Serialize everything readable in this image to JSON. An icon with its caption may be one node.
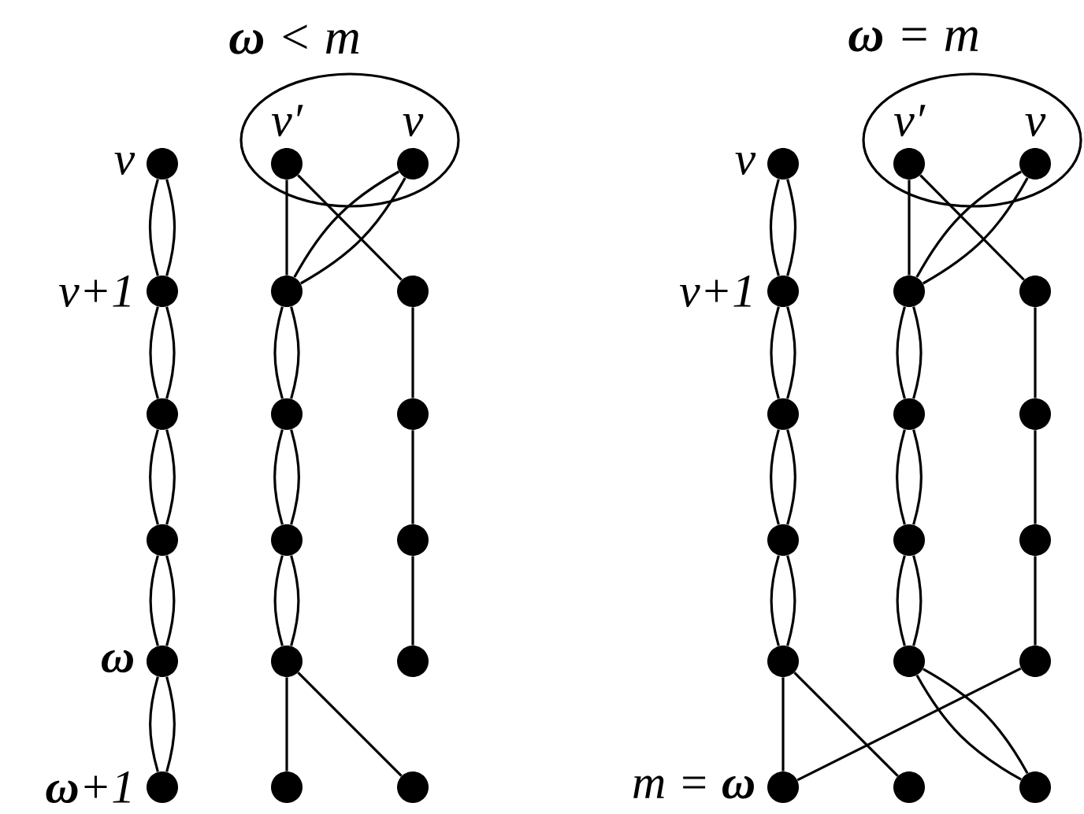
{
  "diagram": {
    "nodes": [
      {
        "text": [],
        "shape": "ellipse"
      },
      {
        "text": [],
        "shape": "circle",
        "beside": [
          "v"
        ]
      },
      {
        "text": [],
        "shape": "circle",
        "beside": [
          "v′"
        ],
        "in": 0
      },
      {
        "text": [],
        "shape": "circle",
        "beside": [
          "v"
        ],
        "in": 0
      },
      {
        "text": [],
        "shape": "circle",
        "beside": [
          "v+1"
        ]
      },
      {
        "text": [],
        "shape": "circle"
      },
      {
        "text": [],
        "shape": "circle"
      },
      {
        "text": [],
        "shape": "circle"
      },
      {
        "text": [],
        "shape": "circle"
      },
      {
        "text": [],
        "shape": "circle"
      },
      {
        "text": [],
        "shape": "circle"
      },
      {
        "text": [],
        "shape": "circle"
      },
      {
        "text": [],
        "shape": "circle"
      },
      {
        "text": [],
        "shape": "circle",
        "beside": [
          "**ω**"
        ]
      },
      {
        "text": [],
        "shape": "circle"
      },
      {
        "text": [],
        "shape": "circle"
      },
      {
        "text": [],
        "shape": "circle",
        "beside": [
          "**ω**+1"
        ]
      },
      {
        "text": [],
        "shape": "circle"
      },
      {
        "text": [],
        "shape": "circle"
      },
      {
        "text": [],
        "shape": "ellipse"
      },
      {
        "text": [],
        "shape": "circle",
        "beside": [
          "v"
        ]
      },
      {
        "text": [],
        "shape": "circle",
        "beside": [
          "v′"
        ],
        "in": 19
      },
      {
        "text": [],
        "shape": "circle",
        "beside": [
          "v"
        ],
        "in": 19
      },
      {
        "text": [],
        "shape": "circle",
        "beside": [
          "v+1"
        ]
      },
      {
        "text": [],
        "shape": "circle"
      },
      {
        "text": [],
        "shape": "circle"
      },
      {
        "text": [],
        "shape": "circle"
      },
      {
        "text": [],
        "shape": "circle"
      },
      {
        "text": [],
        "shape": "circle"
      },
      {
        "text": [],
        "shape": "circle"
      },
      {
        "text": [],
        "shape": "circle"
      },
      {
        "text": [],
        "shape": "circle"
      },
      {
        "text": [],
        "shape": "circle"
      },
      {
        "text": [],
        "shape": "circle"
      },
      {
        "text": [],
        "shape": "circle"
      },
      {
        "text": [],
        "shape": "circle",
        "beside": [
          "m = **ω**"
        ]
      },
      {
        "text": [],
        "shape": "circle"
      },
      {
        "text": [],
        "shape": "circle"
      }
    ],
    "edges": [
      {
        "from": 1,
        "to": 4,
        "arrow": "none"
      },
      {
        "from": 1,
        "to": 4,
        "arrow": "none"
      },
      {
        "from": 4,
        "to": 7,
        "arrow": "none"
      },
      {
        "from": 4,
        "to": 7,
        "arrow": "none"
      },
      {
        "from": 7,
        "to": 10,
        "arrow": "none"
      },
      {
        "from": 7,
        "to": 10,
        "arrow": "none"
      },
      {
        "from": 10,
        "to": 13,
        "arrow": "none"
      },
      {
        "from": 10,
        "to": 13,
        "arrow": "none"
      },
      {
        "from": 13,
        "to": 16,
        "arrow": "none"
      },
      {
        "from": 13,
        "to": 16,
        "arrow": "none"
      },
      {
        "from": 2,
        "to": 5,
        "arrow": "none"
      },
      {
        "from": 2,
        "to": 6,
        "arrow": "none"
      },
      {
        "from": 3,
        "to": 5,
        "arrow": "none"
      },
      {
        "from": 3,
        "to": 5,
        "arrow": "none"
      },
      {
        "from": 5,
        "to": 8,
        "arrow": "none"
      },
      {
        "from": 5,
        "to": 8,
        "arrow": "none"
      },
      {
        "from": 8,
        "to": 11,
        "arrow": "none"
      },
      {
        "from": 8,
        "to": 11,
        "arrow": "none"
      },
      {
        "from": 11,
        "to": 14,
        "arrow": "none"
      },
      {
        "from": 11,
        "to": 14,
        "arrow": "none"
      },
      {
        "from": 14,
        "to": 17,
        "arrow": "none"
      },
      {
        "from": 14,
        "to": 18,
        "arrow": "none"
      },
      {
        "from": 6,
        "to": 9,
        "arrow": "none"
      },
      {
        "from": 9,
        "to": 12,
        "arrow": "none"
      },
      {
        "from": 12,
        "to": 15,
        "arrow": "none"
      },
      {
        "from": 20,
        "to": 23,
        "arrow": "none"
      },
      {
        "from": 20,
        "to": 23,
        "arrow": "none"
      },
      {
        "from": 23,
        "to": 26,
        "arrow": "none"
      },
      {
        "from": 23,
        "to": 26,
        "arrow": "none"
      },
      {
        "from": 26,
        "to": 29,
        "arrow": "none"
      },
      {
        "from": 26,
        "to": 29,
        "arrow": "none"
      },
      {
        "from": 29,
        "to": 32,
        "arrow": "none"
      },
      {
        "from": 29,
        "to": 32,
        "arrow": "none"
      },
      {
        "from": 32,
        "to": 35,
        "arrow": "none"
      },
      {
        "from": 32,
        "to": 36,
        "arrow": "none"
      },
      {
        "from": 21,
        "to": 24,
        "arrow": "none"
      },
      {
        "from": 21,
        "to": 25,
        "arrow": "none"
      },
      {
        "from": 22,
        "to": 24,
        "arrow": "none"
      },
      {
        "from": 22,
        "to": 24,
        "arrow": "none"
      },
      {
        "from": 24,
        "to": 27,
        "arrow": "none"
      },
      {
        "from": 24,
        "to": 27,
        "arrow": "none"
      },
      {
        "from": 27,
        "to": 30,
        "arrow": "none"
      },
      {
        "from": 27,
        "to": 30,
        "arrow": "none"
      },
      {
        "from": 30,
        "to": 33,
        "arrow": "none"
      },
      {
        "from": 30,
        "to": 33,
        "arrow": "none"
      },
      {
        "from": 33,
        "to": 37,
        "arrow": "none"
      },
      {
        "from": 33,
        "to": 37,
        "arrow": "none"
      },
      {
        "from": 25,
        "to": 28,
        "arrow": "none"
      },
      {
        "from": 28,
        "to": 31,
        "arrow": "none"
      },
      {
        "from": 31,
        "to": 34,
        "arrow": "none"
      },
      {
        "from": 34,
        "to": 35,
        "arrow": "none"
      }
    ],
    "labels": [
      "**ω** < m",
      "**ω** = m"
    ]
  }
}
